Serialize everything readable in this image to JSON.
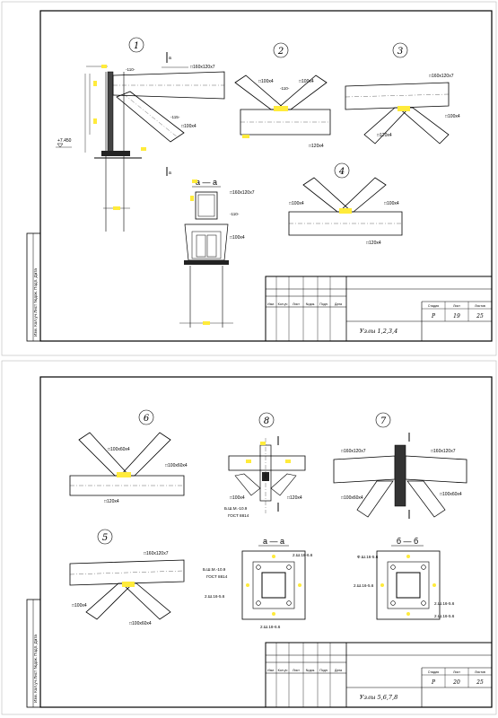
{
  "sheet1": {
    "caption": "Узлы 1,2,3,4",
    "stage": "Р",
    "sheet_no": "19",
    "sheets_total": "25",
    "side_label": "Изм. Кол.уч Лист №док. Подп. Дата",
    "stamp_headers": [
      "Изм.",
      "Кол.уч",
      "Лист",
      "№док.",
      "Подп.",
      "Дата"
    ],
    "stamp_small": [
      "Стадия",
      "Лист",
      "Листов"
    ],
    "nodes": [
      {
        "num": "1",
        "labels": [
          "□160x120x7",
          "□100x4",
          "-110-",
          "-115-",
          "+7.450"
        ]
      },
      {
        "num": "2",
        "labels": [
          "□100x4",
          "□100x4",
          "-110-",
          "□120x4"
        ]
      },
      {
        "num": "3",
        "labels": [
          "□160x120x7",
          "□100x4",
          "□120x4"
        ]
      },
      {
        "num": "4",
        "labels": [
          "□100x4",
          "□100x4",
          "□120x4"
        ]
      }
    ],
    "section": {
      "title": "а — а",
      "labels": [
        "□160x120x7",
        "-110-",
        "□100x4"
      ]
    }
  },
  "sheet2": {
    "caption": "Узлы 5,6,7,8",
    "stage": "Р",
    "sheet_no": "20",
    "sheets_total": "25",
    "side_label": "Изм. Кол.уч Лист №док. Подп. Дата",
    "stamp_headers": [
      "Изм.",
      "Кол.уч",
      "Лист",
      "№док.",
      "Подп.",
      "Дата"
    ],
    "stamp_small": [
      "Стадия",
      "Лист",
      "Листов"
    ],
    "nodes": [
      {
        "num": "6",
        "labels": [
          "□100x60x4",
          "□100x60x4",
          "□120x4"
        ]
      },
      {
        "num": "8",
        "labels": [
          "□100x4",
          "□120x4",
          "Б.Ш.М.-10.9",
          "ГОСТ 8814"
        ]
      },
      {
        "num": "7",
        "labels": [
          "□160x120x7",
          "□160x120x7",
          "□100x60x4",
          "□100x60x4"
        ]
      },
      {
        "num": "5",
        "labels": [
          "□160x120x7",
          "□100x4",
          "□100x60x4"
        ]
      }
    ],
    "section_a": {
      "title": "а — а",
      "labels": [
        "Б.Ш.М.-10.9",
        "ГОСТ 8814",
        "2.Ш.18-6.6",
        "2.Ш.16-5.6",
        "2.Ш.18-6.6"
      ]
    },
    "section_b": {
      "title": "б — б",
      "labels": [
        "Ф.Ш.16-5.6",
        "2.Ш.16-5.6",
        "2.Ш.16-5.6",
        "2.Ш.16-5.6"
      ]
    }
  }
}
